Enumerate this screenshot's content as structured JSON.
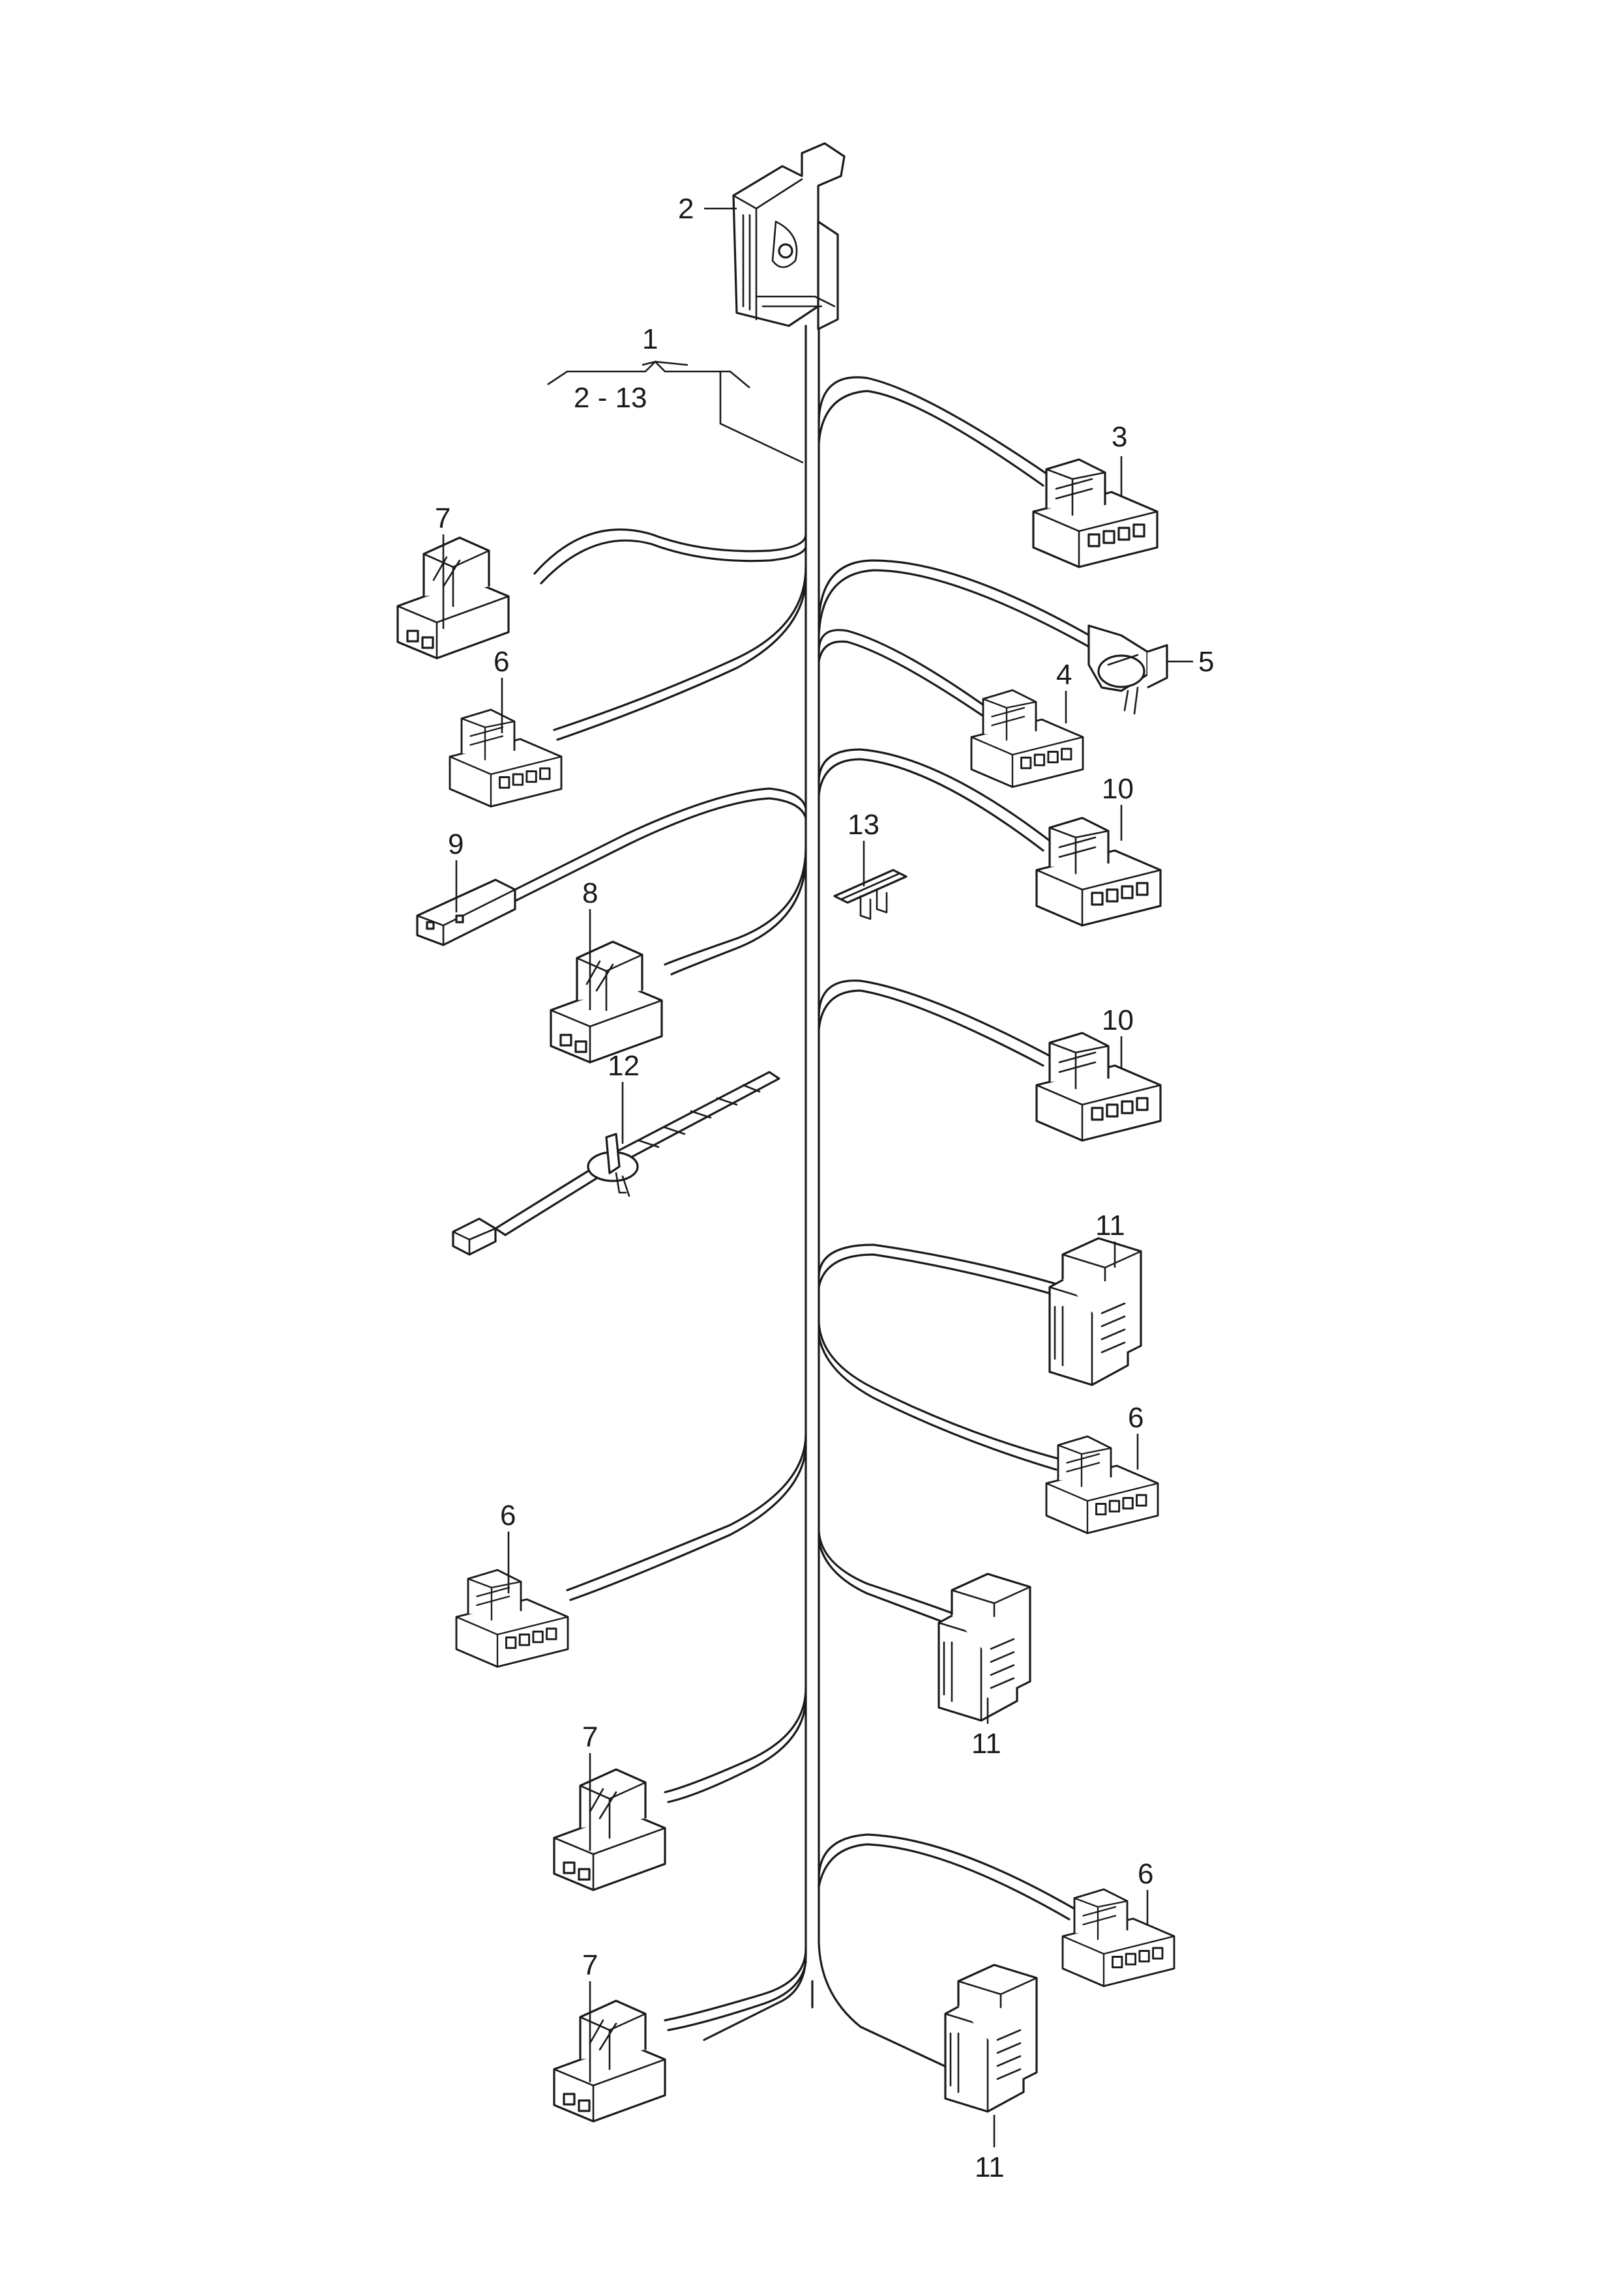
{
  "callouts": [
    {
      "id": "c1",
      "text": "1"
    },
    {
      "id": "c1r",
      "text": "2 - 13"
    },
    {
      "id": "c2",
      "text": "2"
    },
    {
      "id": "c3",
      "text": "3"
    },
    {
      "id": "c4",
      "text": "4"
    },
    {
      "id": "c5",
      "text": "5"
    },
    {
      "id": "c6a",
      "text": "6"
    },
    {
      "id": "c6b",
      "text": "6"
    },
    {
      "id": "c6c",
      "text": "6"
    },
    {
      "id": "c6d",
      "text": "6"
    },
    {
      "id": "c7a",
      "text": "7"
    },
    {
      "id": "c7b",
      "text": "7"
    },
    {
      "id": "c7c",
      "text": "7"
    },
    {
      "id": "c8",
      "text": "8"
    },
    {
      "id": "c9",
      "text": "9"
    },
    {
      "id": "c10a",
      "text": "10"
    },
    {
      "id": "c10b",
      "text": "10"
    },
    {
      "id": "c11a",
      "text": "11"
    },
    {
      "id": "c11b",
      "text": "11"
    },
    {
      "id": "c11c",
      "text": "11"
    },
    {
      "id": "c12",
      "text": "12"
    },
    {
      "id": "c13",
      "text": "13"
    }
  ]
}
